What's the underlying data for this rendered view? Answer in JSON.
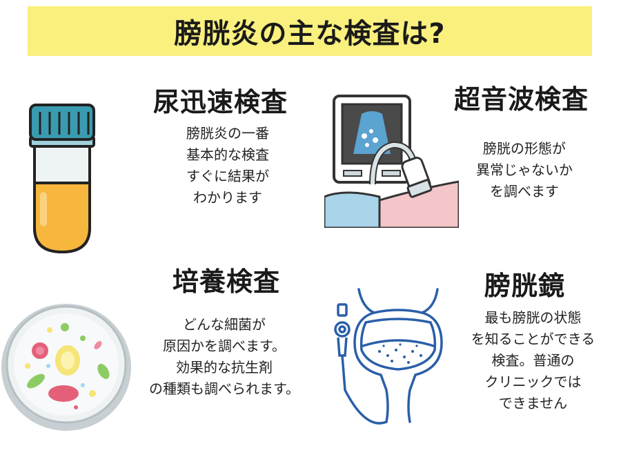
{
  "title": "膀胱炎の主な検査は?",
  "sections": [
    {
      "heading": "尿迅速検査",
      "lines": [
        "膀胱炎の一番",
        "基本的な検査",
        "すぐに結果が",
        "わかります"
      ],
      "icon": "urine-sample-tube-icon"
    },
    {
      "heading": "超音波検査",
      "lines": [
        "膀胱の形態が",
        "異常じゃないか",
        "を調べます"
      ],
      "icon": "ultrasound-machine-icon"
    },
    {
      "heading": "培養検査",
      "lines": [
        "どんな細菌が",
        "原因かを調べます。",
        "効果的な抗生剤",
        "の種類も調べられます。"
      ],
      "icon": "petri-dish-bacteria-icon"
    },
    {
      "heading": "膀胱鏡",
      "lines": [
        "最も膀胱の状態",
        "を知ることができる",
        "検査。普通の",
        "クリニックでは",
        "できません"
      ],
      "icon": "cystoscope-bladder-icon"
    }
  ],
  "colors": {
    "banner": "#f9f07e",
    "tube_cap": "#3a9bb0",
    "urine": "#f7b63c",
    "screen": "#5ba3d0",
    "bladder_line": "#2a5fa8"
  }
}
